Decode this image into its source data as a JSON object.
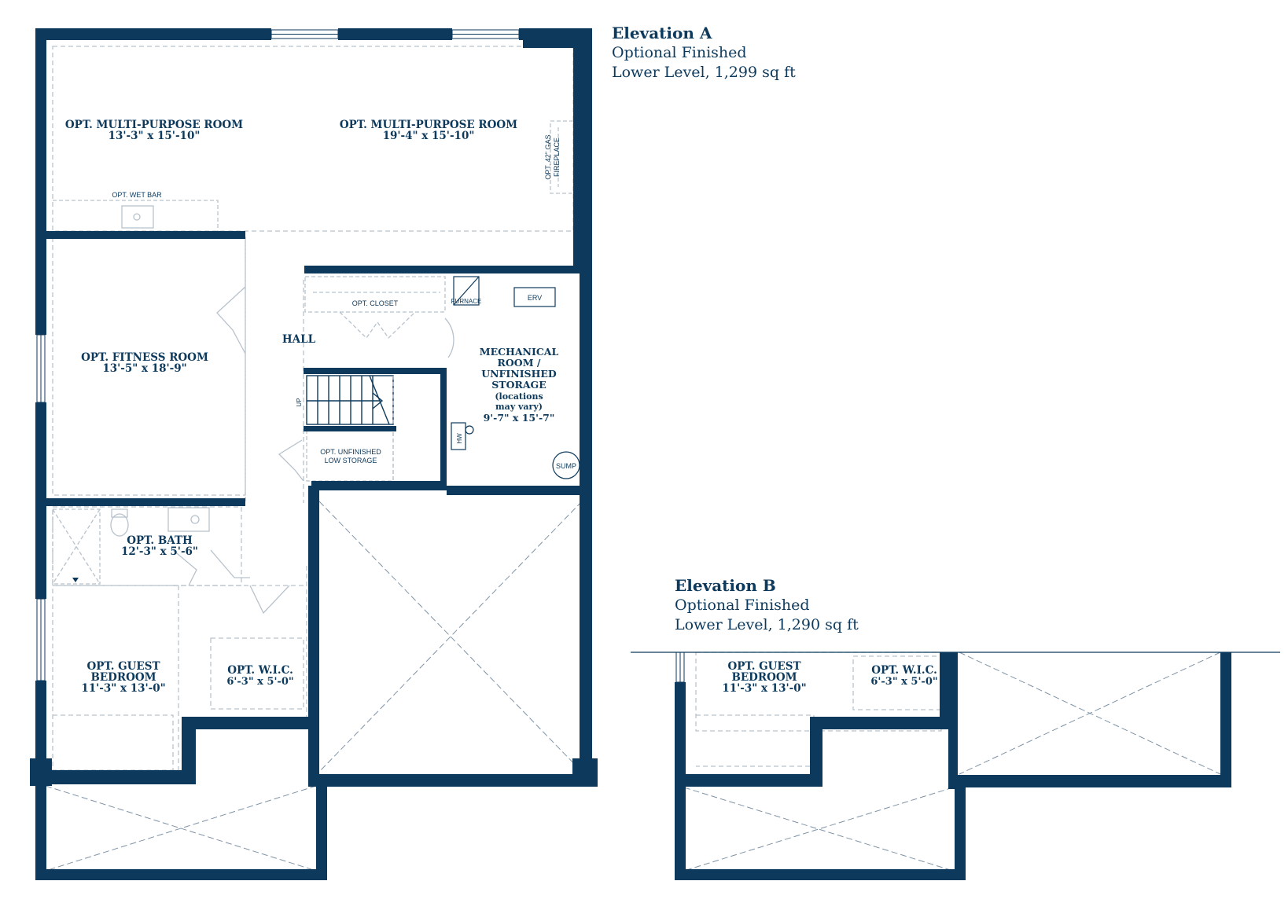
{
  "colors": {
    "wall": "#0d3a5c",
    "detail": "#b8c2cc",
    "text": "#0d3a5c"
  },
  "elevation_a": {
    "title": "Elevation A",
    "line1": "Optional Finished",
    "line2": "Lower Level, 1,299 sq ft"
  },
  "elevation_b": {
    "title": "Elevation B",
    "line1": "Optional Finished",
    "line2": "Lower Level, 1,290 sq ft"
  },
  "rooms": {
    "mp1": {
      "name": "OPT. MULTI-PURPOSE ROOM",
      "dim": "13'-3\" x 15'-10\""
    },
    "mp2": {
      "name": "OPT. MULTI-PURPOSE ROOM",
      "dim": "19'-4\" x 15'-10\""
    },
    "fitness": {
      "name": "OPT. FITNESS ROOM",
      "dim": "13'-5\" x 18'-9\""
    },
    "hall": {
      "name": "HALL"
    },
    "mechanical": {
      "l1": "MECHANICAL",
      "l2": "ROOM /",
      "l3": "UNFINISHED",
      "l4": "STORAGE",
      "l5": "(locations",
      "l6": "may vary)",
      "dim": "9'-7\" x 15'-7\""
    },
    "bath": {
      "name": "OPT. BATH",
      "dim": "12'-3\" x 5'-6\""
    },
    "guest": {
      "l1": "OPT. GUEST",
      "l2": "BEDROOM",
      "dim": "11'-3\" x 13'-0\""
    },
    "wic": {
      "name": "OPT. W.I.C.",
      "dim": "6'-3\" x 5'-0\""
    },
    "guest_b": {
      "l1": "OPT. GUEST",
      "l2": "BEDROOM",
      "dim": "11'-3\" x 13'-0\""
    },
    "wic_b": {
      "name": "OPT. W.I.C.",
      "dim": "6'-3\" x 5'-0\""
    }
  },
  "fixtures": {
    "wet_bar": "OPT. WET BAR",
    "fireplace_l1": "OPT. 42\" GAS",
    "fireplace_l2": "FIREPLACE",
    "closet": "OPT. CLOSET",
    "furnace": "FURNACE",
    "erv": "ERV",
    "hw": "HW",
    "sump": "SUMP",
    "up": "UP",
    "low_storage_l1": "OPT. UNFINISHED",
    "low_storage_l2": "LOW STORAGE"
  }
}
